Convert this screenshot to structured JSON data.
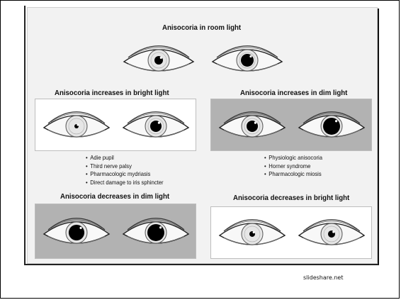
{
  "diagram": {
    "top": {
      "title": "Anisocoria in room light"
    },
    "bright_increase": {
      "title": "Anisocoria increases in bright light",
      "causes": [
        "Adie pupil",
        "Third nerve palsy",
        "Pharmacologic mydriasis",
        "Direct damage to iris sphincter"
      ]
    },
    "dim_increase": {
      "title": "Anisocoria increases in dim light",
      "causes": [
        "Physiologic anisocoria",
        "Horner syndrome",
        "Pharmacologic miosis"
      ]
    },
    "dim_decrease": {
      "title": "Anisocoria decreases in dim light"
    },
    "bright_decrease": {
      "title": "Anisocoria decreases in bright light"
    }
  },
  "credit": "slideshare.net",
  "colors": {
    "dark_panel": "#b2b2b2",
    "light_panel": "#ffffff",
    "pupil": "#000000"
  }
}
